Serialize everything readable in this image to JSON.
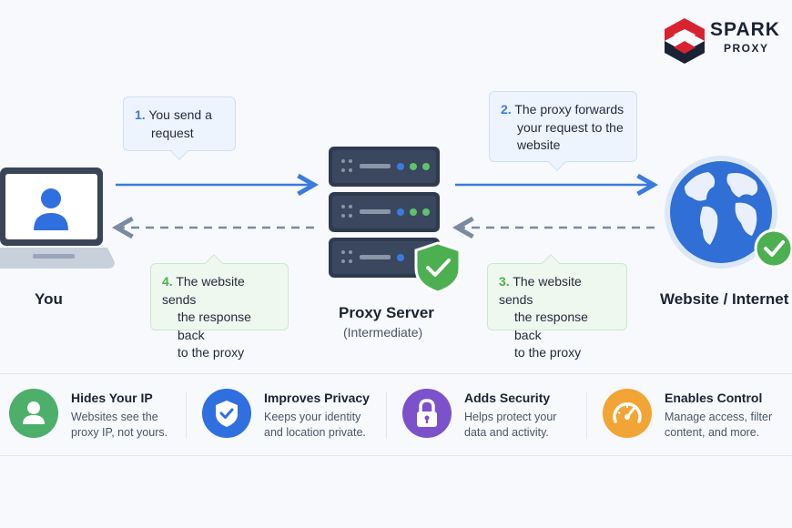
{
  "brand": {
    "name_line1": "SPARK",
    "name_line2": "PROXY"
  },
  "nodes": {
    "you": "You",
    "proxy": "Proxy Server",
    "proxy_sub": "(Intermediate)",
    "website": "Website / Internet"
  },
  "steps": [
    {
      "num": "1.",
      "line1": "You send a",
      "line2": "request",
      "line3": ""
    },
    {
      "num": "2.",
      "line1": "The proxy forwards",
      "line2": "your request to the",
      "line3": "website"
    },
    {
      "num": "3.",
      "line1": "The website sends",
      "line2": "the response back",
      "line3": "to the proxy"
    },
    {
      "num": "4.",
      "line1": "The website sends",
      "line2": "the response back",
      "line3": "to the proxy"
    }
  ],
  "features": [
    {
      "title": "Hides Your IP",
      "desc": "Websites see the proxy IP, not yours.",
      "icon": "user-icon",
      "color": "#4caf6a"
    },
    {
      "title": "Improves Privacy",
      "desc": "Keeps your identity and location private.",
      "icon": "shield-check-icon",
      "color": "#2f6fe0"
    },
    {
      "title": "Adds Security",
      "desc": "Helps protect your data and activity.",
      "icon": "lock-icon",
      "color": "#7b52c9"
    },
    {
      "title": "Enables Control",
      "desc": "Manage access, filter content, and more.",
      "icon": "gauge-icon",
      "color": "#f2a534"
    }
  ],
  "colors": {
    "arrow_solid": "#3b7be0",
    "arrow_dashed": "#7a8aa3",
    "server": "#2f3a4f",
    "globe": "#2f6fd6"
  }
}
